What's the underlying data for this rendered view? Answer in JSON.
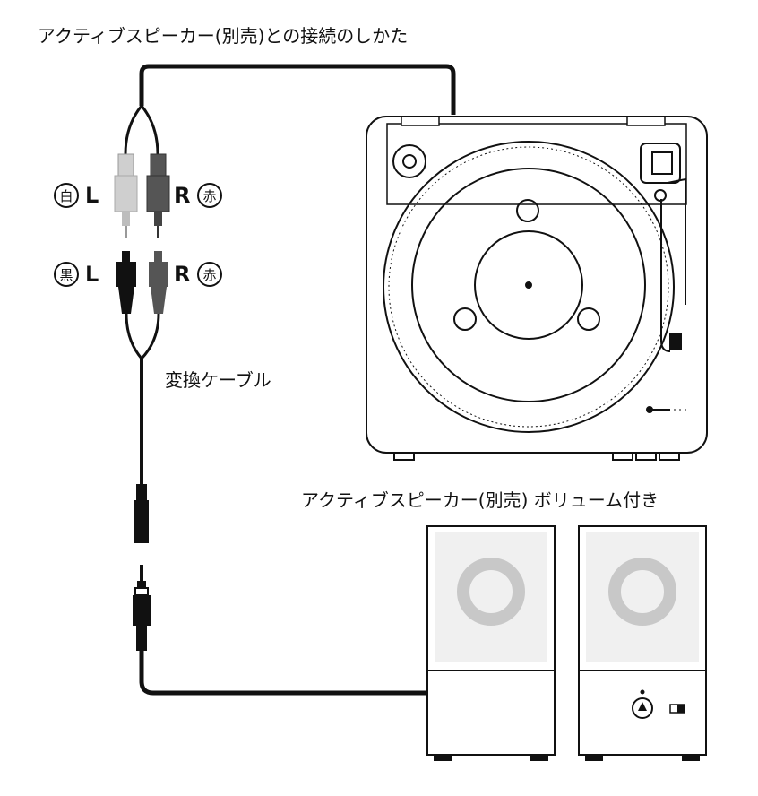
{
  "title": "アクティブスピーカー(別売)との接続のしかた",
  "speaker_caption": "アクティブスピーカー(別売) ボリューム付き",
  "cable_caption": "変換ケーブル",
  "plugs": {
    "top_left_badge": "白",
    "top_left_letter": "L",
    "top_right_letter": "R",
    "top_right_badge": "赤",
    "bottom_left_badge": "黒",
    "bottom_left_letter": "L",
    "bottom_right_letter": "R",
    "bottom_right_badge": "赤"
  },
  "colors": {
    "line": "#111111",
    "white_plug": "#cfcfcf",
    "grey_plug": "#555555",
    "woofer": "#c8c8c8"
  }
}
